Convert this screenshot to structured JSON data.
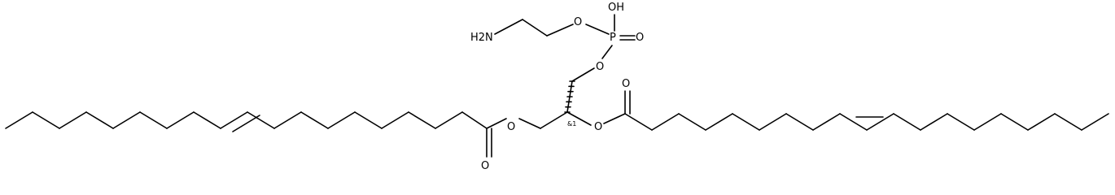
{
  "molecule": {
    "atom_labels": {
      "nh2": "H2N",
      "o_ester_left": "O",
      "o_ester_right": "O",
      "o_carbonyl_left": "O",
      "o_carbonyl_right": "O",
      "o_phos_left": "O",
      "o_phos_bottom": "O",
      "o_phos_double": "O",
      "phosphorus": "P",
      "oh": "OH"
    },
    "stereo_label": "&1"
  }
}
